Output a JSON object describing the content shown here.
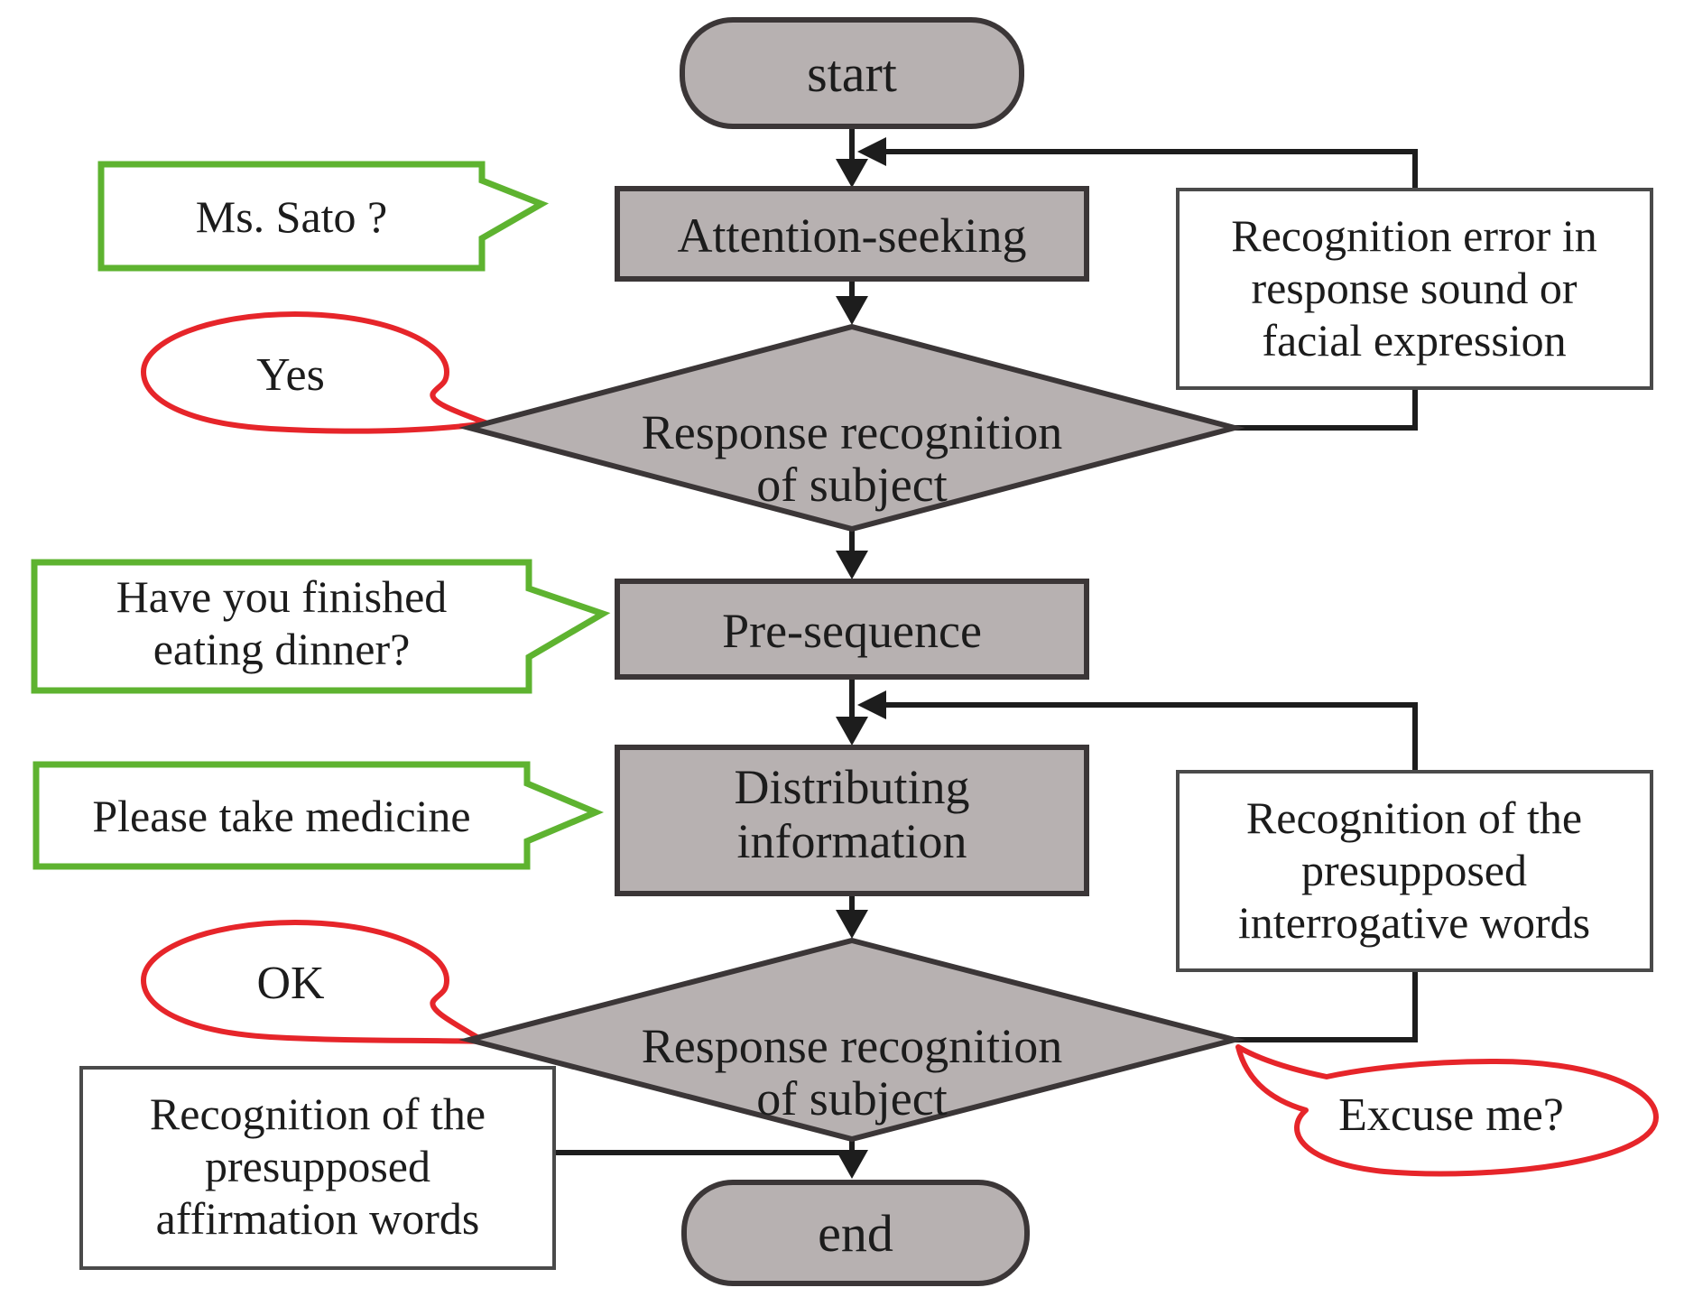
{
  "diagram": {
    "nodes": {
      "start": {
        "label": "start"
      },
      "attention": {
        "label": "Attention-seeking"
      },
      "decision1": {
        "line1": "Response recognition",
        "line2": "of subject"
      },
      "presequence": {
        "label": "Pre-sequence"
      },
      "distributing": {
        "line1": "Distributing",
        "line2": "information"
      },
      "decision2": {
        "line1": "Response recognition",
        "line2": "of subject"
      },
      "end": {
        "label": "end"
      }
    },
    "side_boxes": {
      "recognition_error": {
        "line1": "Recognition error in",
        "line2": "response sound or",
        "line3": "facial expression"
      },
      "interrogative": {
        "line1": "Recognition of the",
        "line2": "presupposed",
        "line3": "interrogative words"
      },
      "affirmation": {
        "line1": "Recognition of the",
        "line2": "presupposed",
        "line3": "affirmation words"
      }
    },
    "green_callouts": {
      "sato": {
        "label": "Ms. Sato ?"
      },
      "dinner": {
        "line1": "Have you finished",
        "line2": "eating dinner?"
      },
      "medicine": {
        "label": "Please take medicine"
      }
    },
    "red_bubbles": {
      "yes": {
        "label": "Yes"
      },
      "ok": {
        "label": "OK"
      },
      "excuse": {
        "label": "Excuse me?"
      }
    },
    "colors": {
      "node_fill": "#b7b1b1",
      "node_border": "#3b3637",
      "line": "#1d1d1d",
      "green": "#5eb330",
      "red": "#e6252a",
      "box_border": "#4a4a4a"
    }
  }
}
